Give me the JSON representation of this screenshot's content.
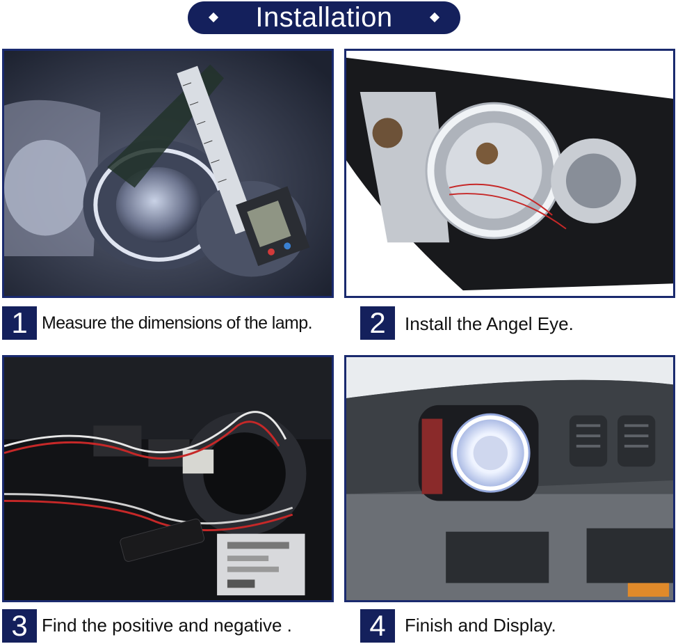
{
  "title": "Installation",
  "colors": {
    "accent": "#14205c",
    "frame": "#1a2a6e"
  },
  "steps": [
    {
      "number": "1",
      "text": "Measure the dimensions of the lamp."
    },
    {
      "number": "2",
      "text": "Install the Angel Eye."
    },
    {
      "number": "3",
      "text": "Find the positive and negative ."
    },
    {
      "number": "4",
      "text": "Finish and Display."
    }
  ]
}
